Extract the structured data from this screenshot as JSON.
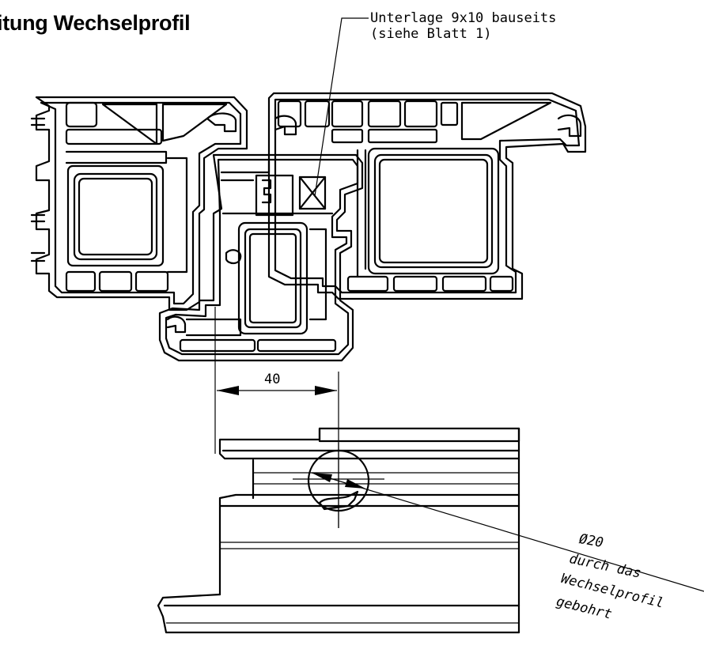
{
  "heading": "itung Wechselprofil",
  "callout_top": {
    "line1": "Unterlage 9x10 bauseits",
    "line2": "(siehe Blatt 1)"
  },
  "dimension": "40",
  "callout_bottom": {
    "line1": "Ø20",
    "line2": "durch das",
    "line3": "Wechselprofil",
    "line4": "gebohrt"
  }
}
